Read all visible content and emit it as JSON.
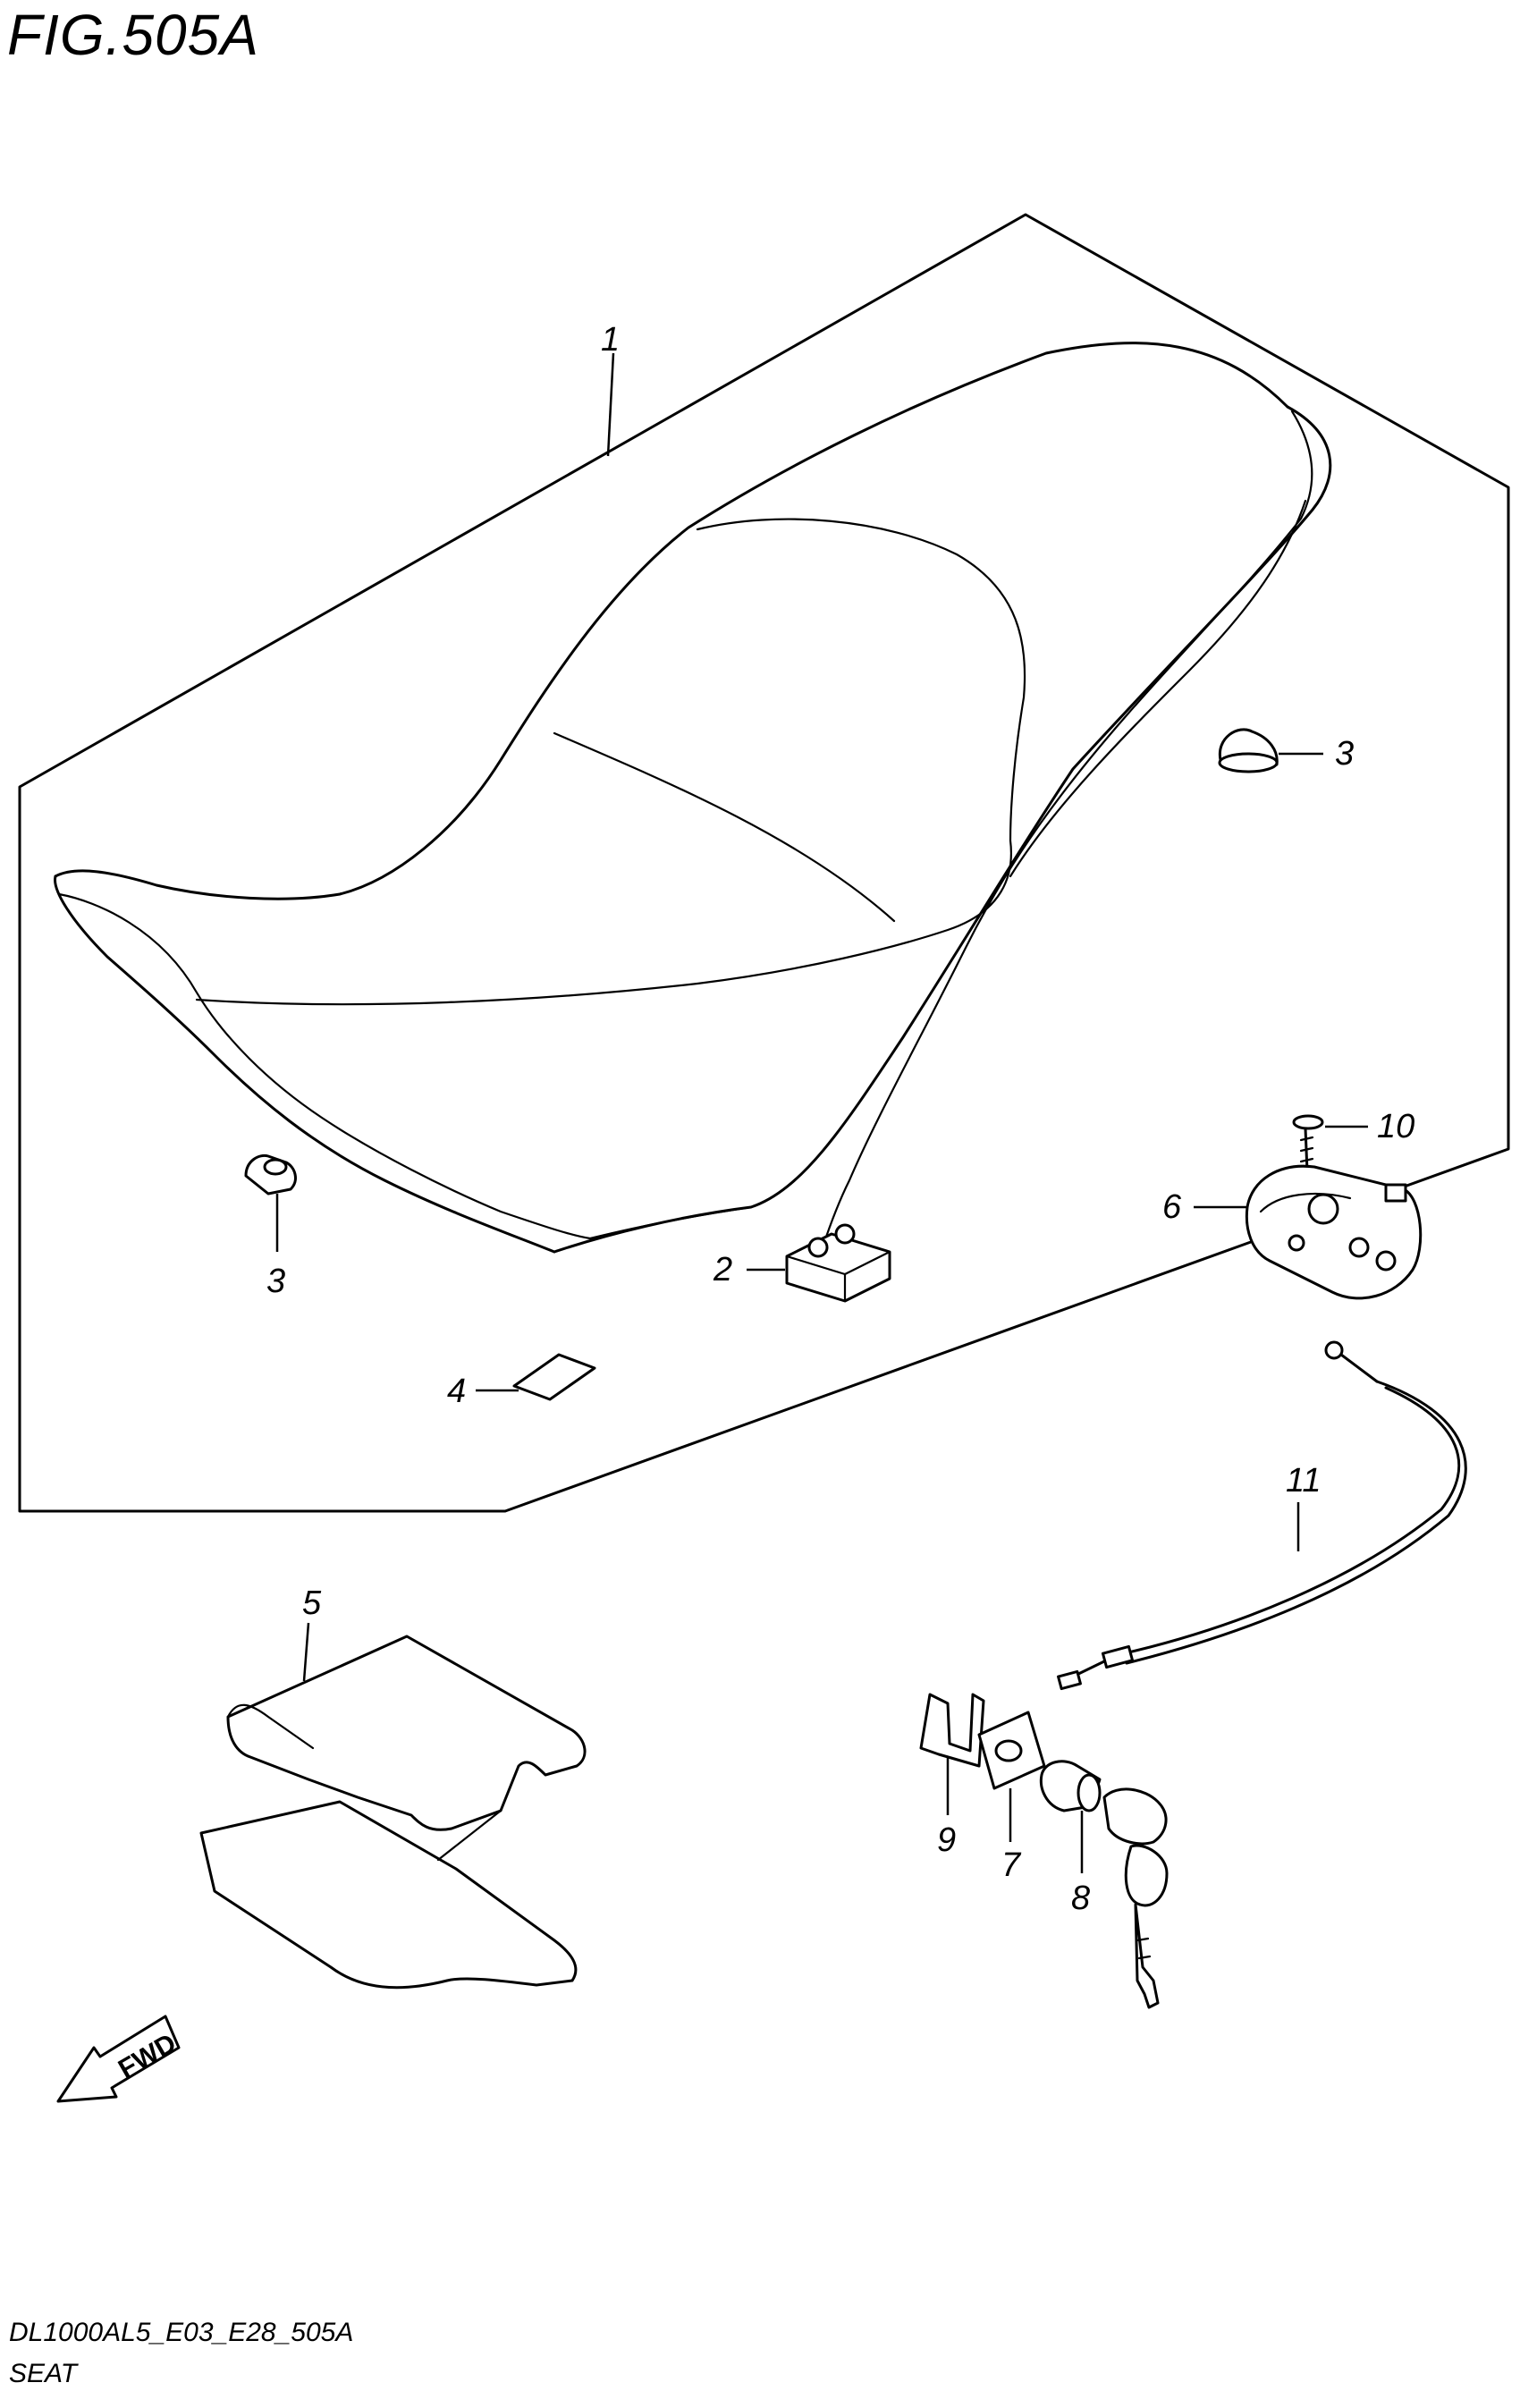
{
  "figure": {
    "title": "FIG.505A",
    "model_code": "DL1000AL5_E03_E28_505A",
    "group_name": "SEAT"
  },
  "callouts": [
    {
      "id": "1",
      "label": "1"
    },
    {
      "id": "2",
      "label": "2"
    },
    {
      "id": "3a",
      "label": "3"
    },
    {
      "id": "3b",
      "label": "3"
    },
    {
      "id": "4",
      "label": "4"
    },
    {
      "id": "5",
      "label": "5"
    },
    {
      "id": "6",
      "label": "6"
    },
    {
      "id": "7",
      "label": "7"
    },
    {
      "id": "8",
      "label": "8"
    },
    {
      "id": "9",
      "label": "9"
    },
    {
      "id": "10",
      "label": "10"
    },
    {
      "id": "11",
      "label": "11"
    }
  ],
  "direction_badge": {
    "label": "FWD"
  },
  "icons": [
    "fwd-arrow-icon"
  ]
}
